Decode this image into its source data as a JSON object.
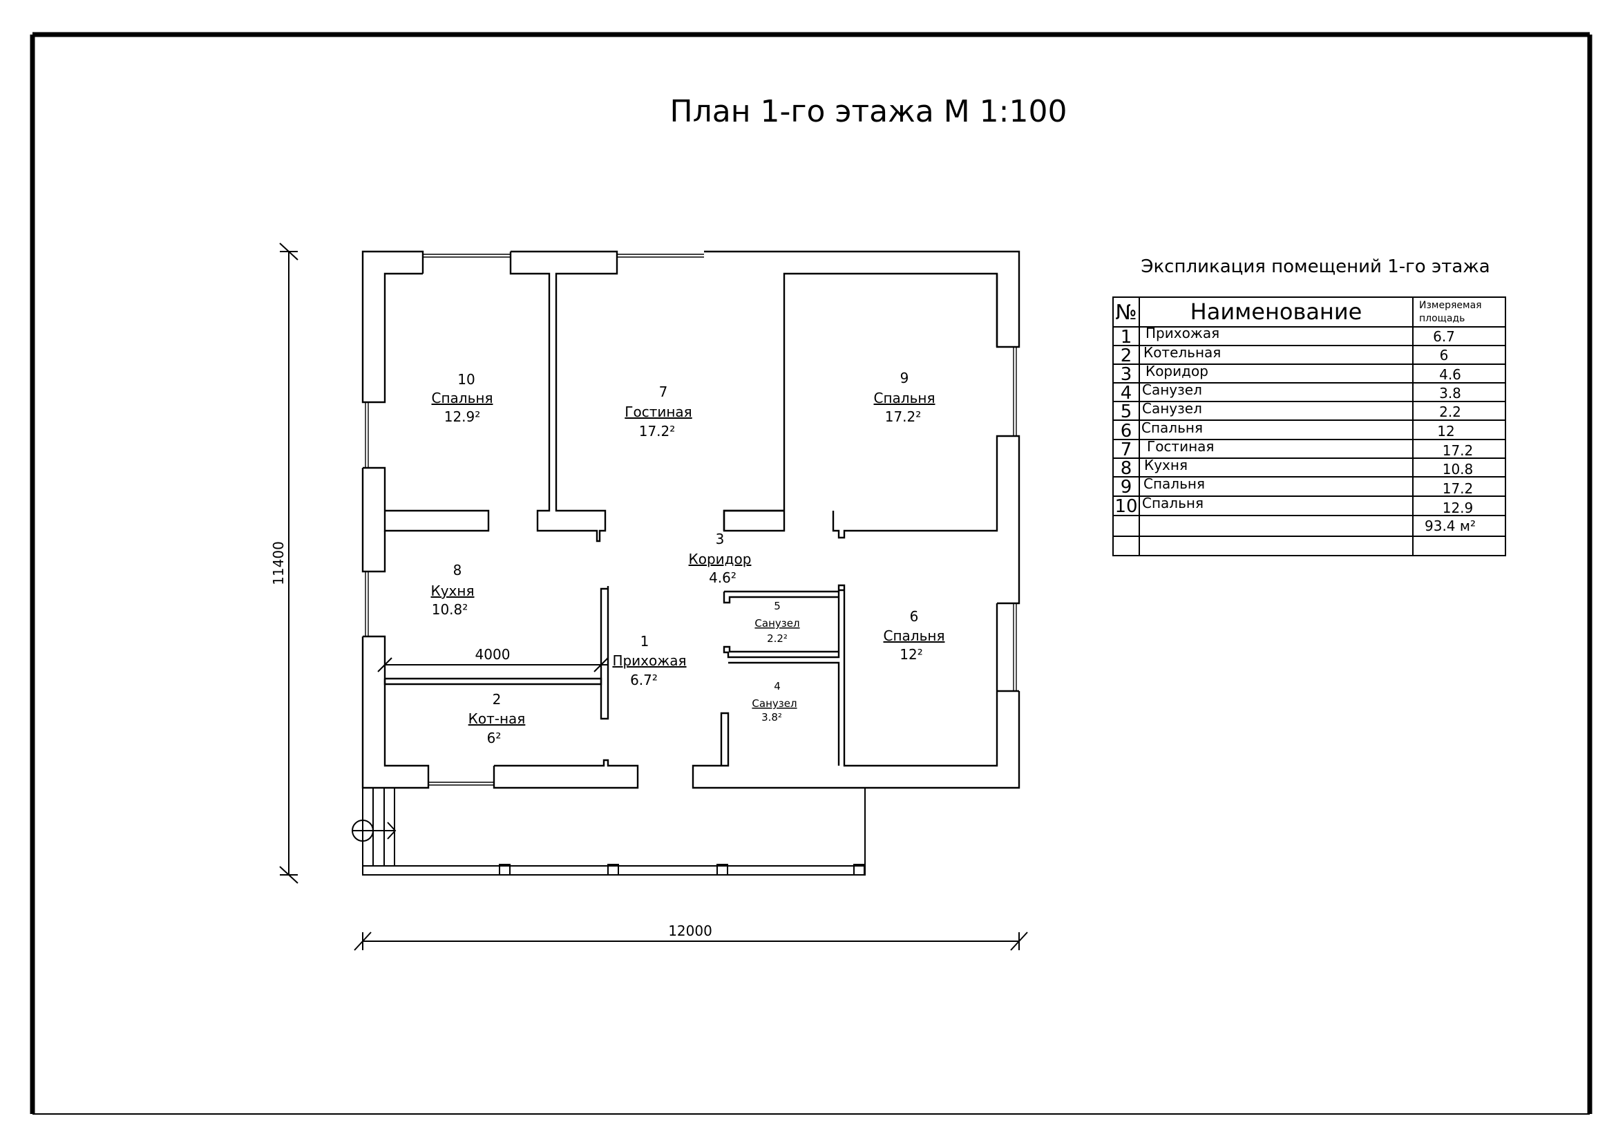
{
  "title": "План 1-го этажа М 1:100",
  "dimensions": {
    "width_label": "12000",
    "height_label": "11400",
    "inner_label": "4000"
  },
  "rooms": [
    {
      "number": "10",
      "name": "Спальня",
      "area": "12.9²"
    },
    {
      "number": "7",
      "name": "Гостиная",
      "area": "17.2²"
    },
    {
      "number": "9",
      "name": "Спальня",
      "area": "17.2²"
    },
    {
      "number": "3",
      "name": "Коридор",
      "area": "4.6²"
    },
    {
      "number": "8",
      "name": "Кухня",
      "area": "10.8²"
    },
    {
      "number": "5",
      "name": "Санузел",
      "area": "2.2²"
    },
    {
      "number": "6",
      "name": "Спальня",
      "area": "12²"
    },
    {
      "number": "1",
      "name": "Прихожая",
      "area": "6.7²"
    },
    {
      "number": "4",
      "name": "Санузел",
      "area": "3.8²"
    },
    {
      "number": "2",
      "name": "Кот-ная",
      "area": "6²"
    }
  ],
  "explication": {
    "title": "Экспликация помещений 1-го этажа",
    "headers": {
      "num": "№",
      "name": "Наименование",
      "area_line1": "Измеряемая",
      "area_line2": "площадь"
    },
    "rows": [
      {
        "num": "1",
        "name": "Прихожая",
        "area": "6.7"
      },
      {
        "num": "2",
        "name": "Котельная",
        "area": "6"
      },
      {
        "num": "3",
        "name": "Коридор",
        "area": "4.6"
      },
      {
        "num": "4",
        "name": "Санузел",
        "area": "3.8"
      },
      {
        "num": "5",
        "name": "Санузел",
        "area": "2.2"
      },
      {
        "num": "6",
        "name": "Спальня",
        "area": "12"
      },
      {
        "num": "7",
        "name": "Гостиная",
        "area": "17.2"
      },
      {
        "num": "8",
        "name": "Кухня",
        "area": "10.8"
      },
      {
        "num": "9",
        "name": "Спальня",
        "area": "17.2"
      },
      {
        "num": "10",
        "name": "Спальня",
        "area": "12.9"
      }
    ],
    "total": "93.4 м²"
  }
}
